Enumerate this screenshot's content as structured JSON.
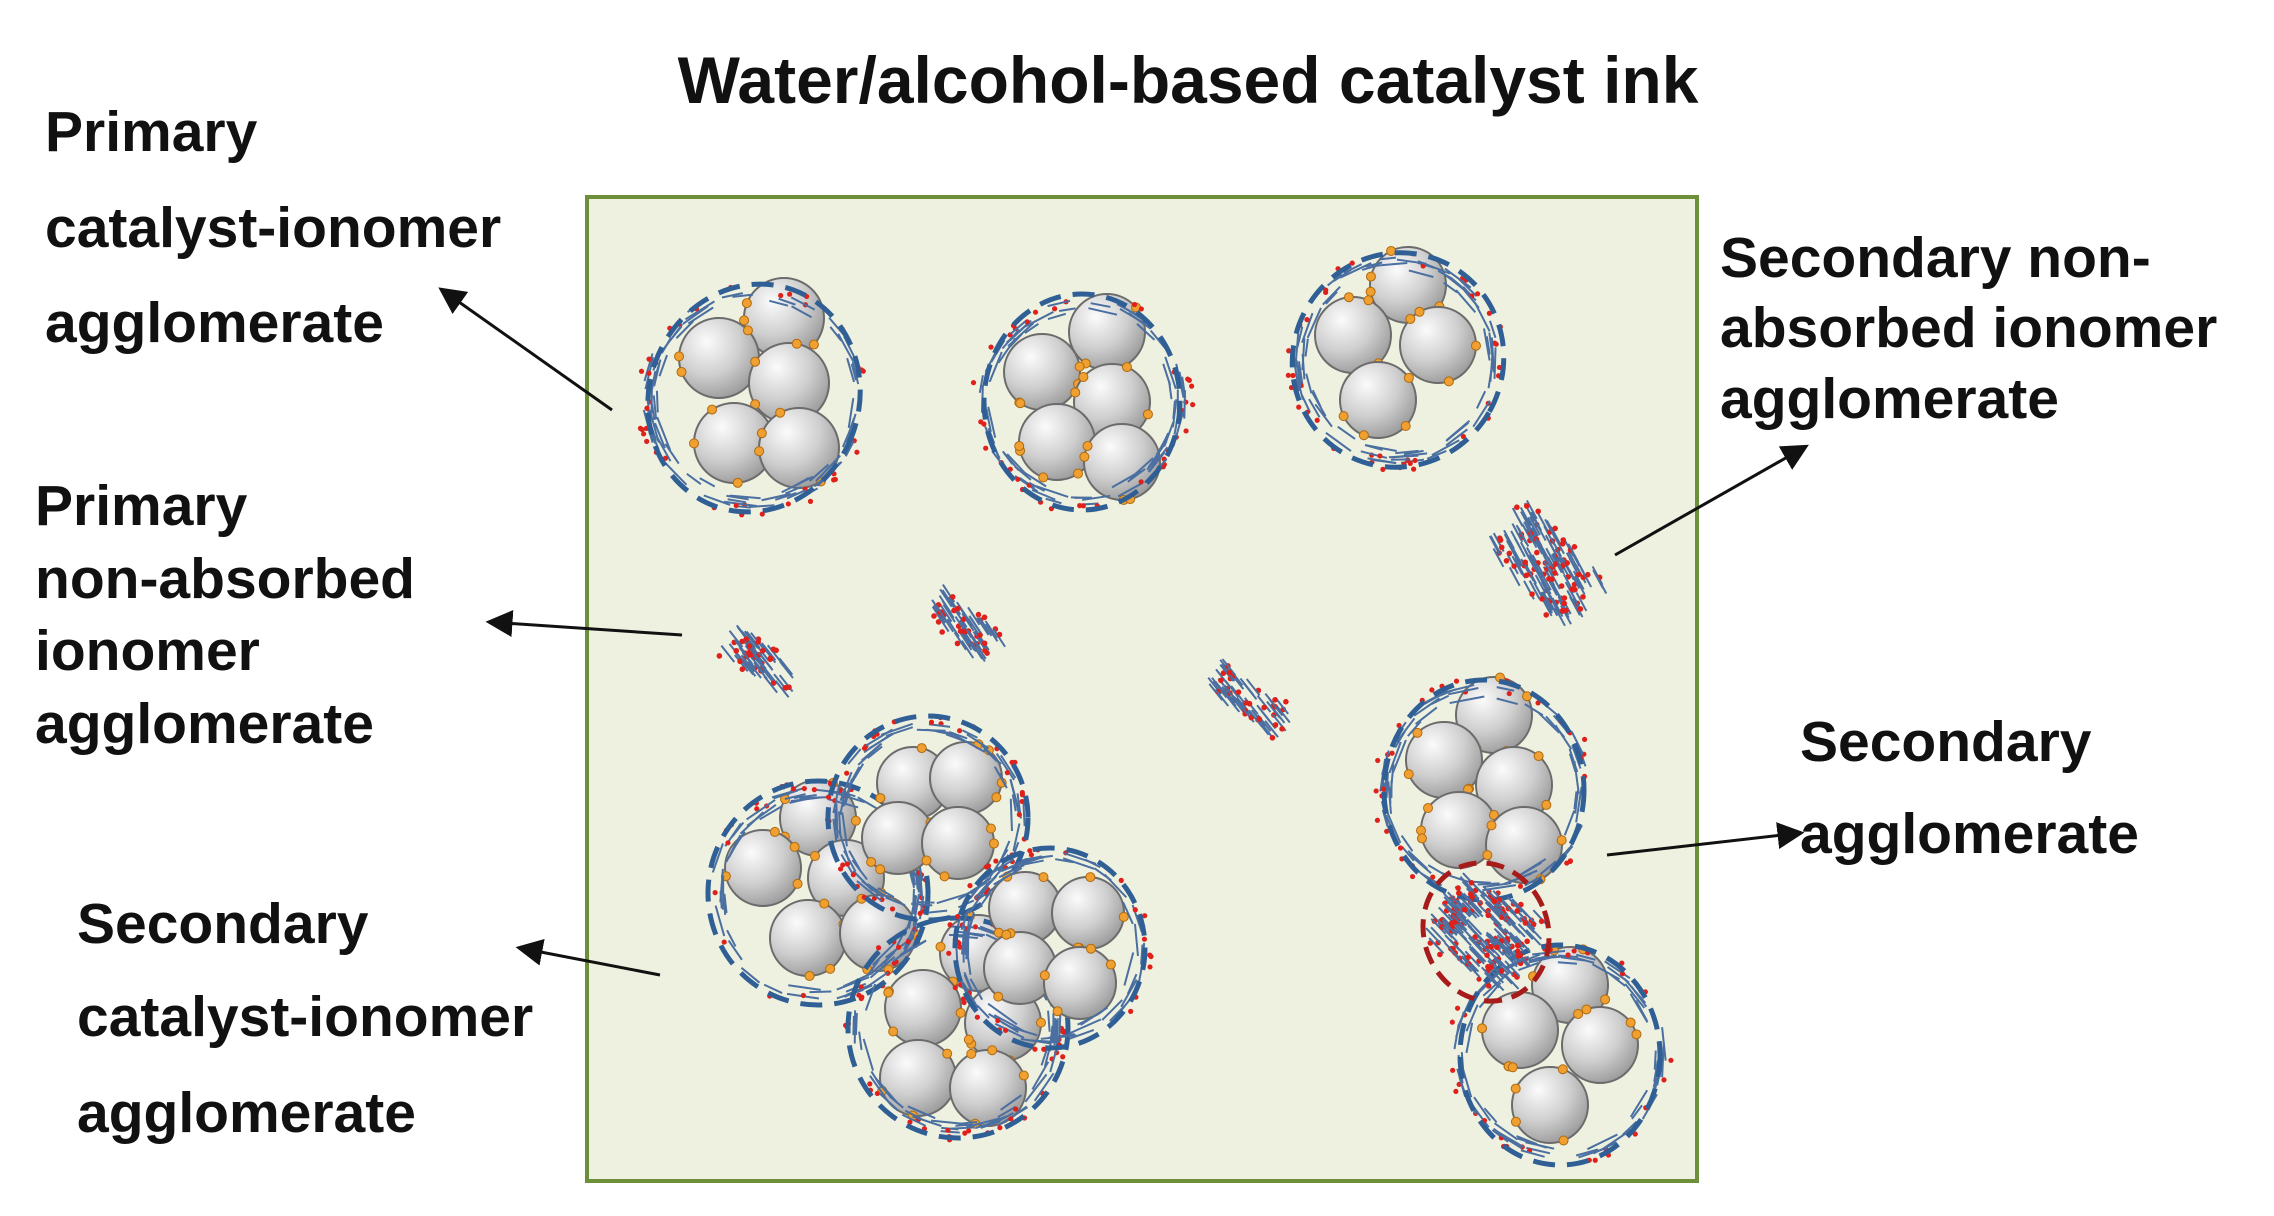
{
  "title": "Water/alcohol-based catalyst ink",
  "labels": {
    "primary_catalyst_ionomer": [
      "Primary",
      "catalyst-ionomer",
      "agglomerate"
    ],
    "primary_non_absorbed": [
      "Primary",
      "non-absorbed",
      "ionomer",
      "agglomerate"
    ],
    "secondary_catalyst_ionomer": [
      "Secondary",
      "catalyst-ionomer",
      "agglomerate"
    ],
    "secondary_non_absorbed": [
      "Secondary non-",
      "absorbed ionomer",
      "agglomerate"
    ],
    "secondary_agglomerate": [
      "Secondary",
      "agglomerate"
    ]
  },
  "colors": {
    "ink_fill": "#eef1e0",
    "ink_border": "#6e8f3a",
    "particle_fill": "#c9c9c9",
    "particle_highlight": "#f7f7f7",
    "dashed_circle": "#2f5f95",
    "secondary_ionomer_circle": "#a81b1b",
    "ionomer_chain": "#4a6fa0",
    "ionomer_sidechain": "#e0211b",
    "ionomer_node": "#f0a030",
    "arrow": "#111111"
  }
}
